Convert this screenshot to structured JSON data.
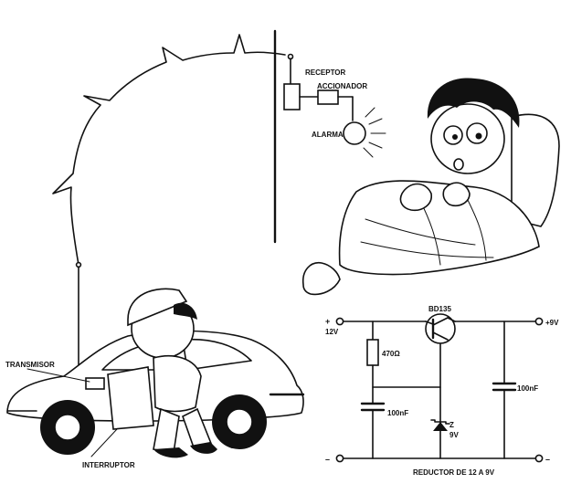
{
  "labels": {
    "receptor": "RECEPTOR",
    "accionador": "ACCIONADOR",
    "alarma": "ALARMA",
    "transmisor": "TRANSMISOR",
    "interruptor": "INTERRUPTOR"
  },
  "circuit": {
    "transistor": "BD135",
    "input_voltage": "12V",
    "input_plus": "+",
    "input_minus": "–",
    "output_voltage": "+9V",
    "output_minus": "–",
    "resistor": "470Ω",
    "cap_input": "100nF",
    "cap_output": "100nF",
    "zener_ref": "Z",
    "zener_voltage": "9V",
    "caption": "REDUCTOR DE 12 A 9V"
  }
}
